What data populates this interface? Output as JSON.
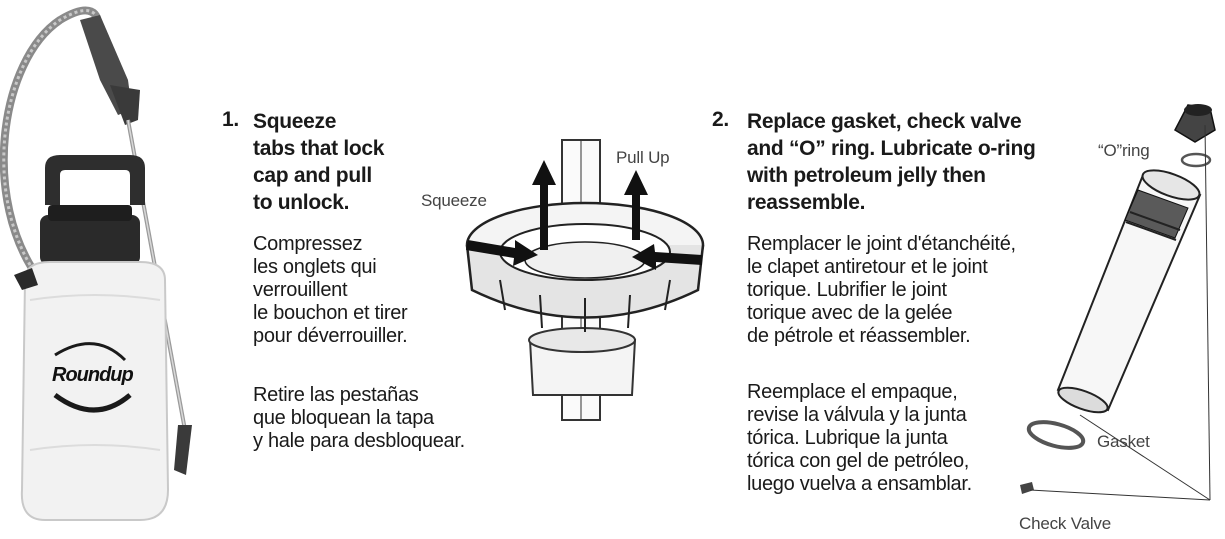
{
  "step1": {
    "number": "1.",
    "title": "Squeeze\ntabs that lock\ncap and pull\nto unlock.",
    "french": "Compressez\nles onglets qui\nverrouillent\nle bouchon et tirer\npour déverrouiller.",
    "spanish": "Retire las pestañas\nque bloquean la tapa\ny hale para desbloquear."
  },
  "step2": {
    "number": "2.",
    "title": "Replace gasket, check valve\nand “O” ring. Lubricate o-ring\nwith petroleum jelly then\nreassemble.",
    "french": "Remplacer le joint d'étanchéité,\nle clapet antiretour et le joint\ntorique. Lubrifier le joint\ntorique avec de la gelée\nde pétrole et réassembler.",
    "spanish": "Reemplace el empaque,\nrevise la válvula y la junta\ntórica.  Lubrique la junta\ntórica con gel de petróleo,\nluego vuelva a ensamblar."
  },
  "labels": {
    "squeeze": "Squeeze",
    "pull_up": "Pull Up",
    "o_ring": "“O”ring",
    "gasket": "Gasket",
    "check_valve": "Check Valve"
  },
  "brand": {
    "logo_text": "Roundup"
  },
  "icons": {
    "sprayer": "garden-sprayer-illustration",
    "cap": "locking-cap-illustration",
    "pump": "pump-assembly-illustration"
  }
}
